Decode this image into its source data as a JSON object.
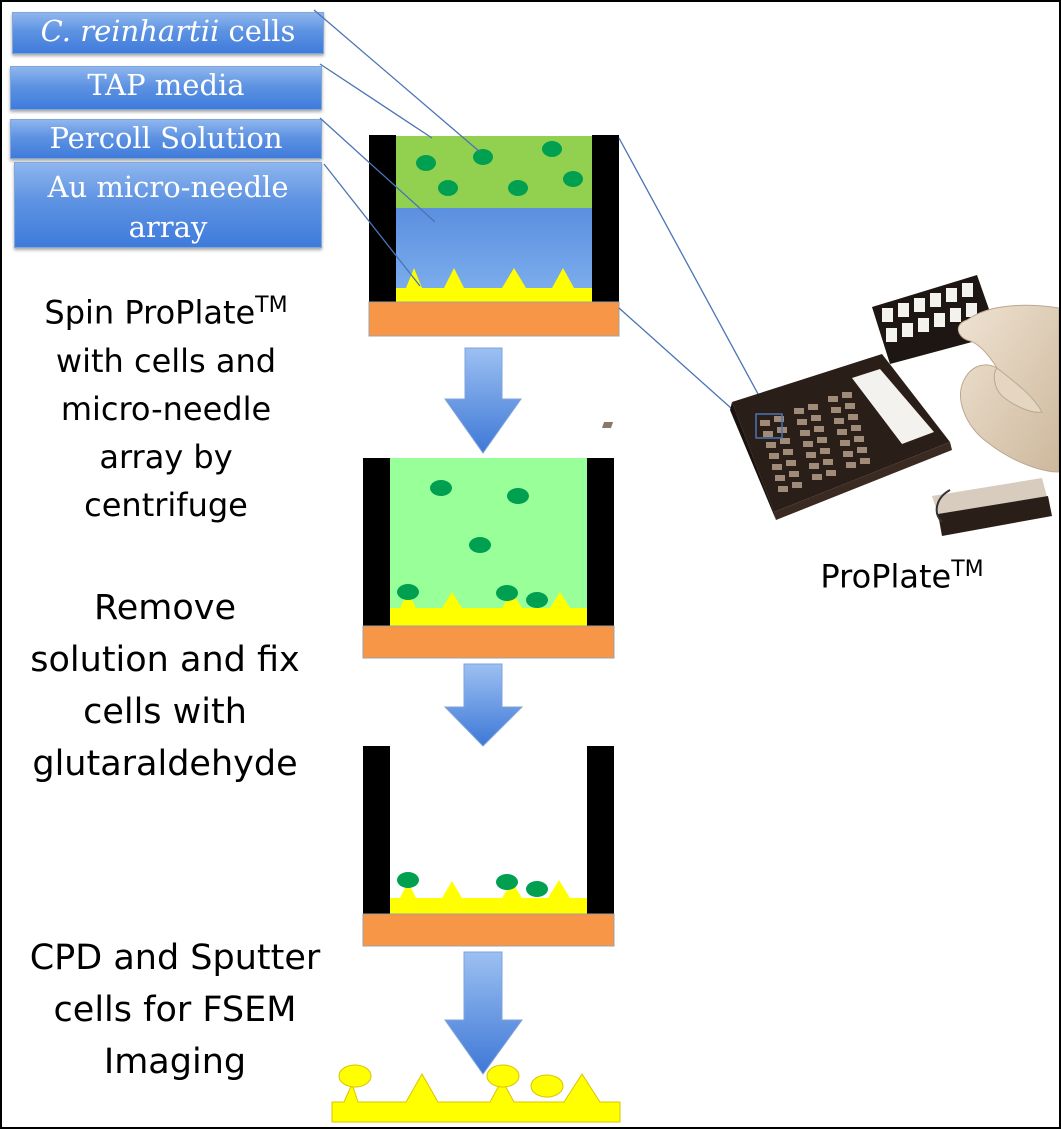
{
  "labels": {
    "cells_italic": "C. reinhartii",
    "cells_rest": "cells",
    "tap_media": "TAP media",
    "percoll": "Percoll Solution",
    "au_line1": "Au micro-needle",
    "au_line2": "array"
  },
  "steps": {
    "spin_line1": "Spin ProPlate",
    "spin_tm": "TM",
    "spin_line2": "with cells and",
    "spin_line3": "micro-needle",
    "spin_line4": "array by",
    "spin_line5": "centrifuge",
    "remove_line1": "Remove",
    "remove_line2": "solution and fix",
    "remove_line3": "cells with",
    "remove_line4": "glutaraldehyde",
    "cpd_line1": "CPD and Sputter",
    "cpd_line2": "cells for FSEM",
    "cpd_line3": "Imaging"
  },
  "proplate": {
    "name": "ProPlate",
    "tm": "TM"
  },
  "colors": {
    "wall": "#000000",
    "base": "#f79646",
    "needles": "#ffff00",
    "cell_green": "#00a050",
    "tap_green": "#92d050",
    "percoll_blue": "#6fa0e6",
    "mixed_green": "#99ff99",
    "arrow_blue": "#4f86d9",
    "sputter_yellow": "#ffff00"
  }
}
